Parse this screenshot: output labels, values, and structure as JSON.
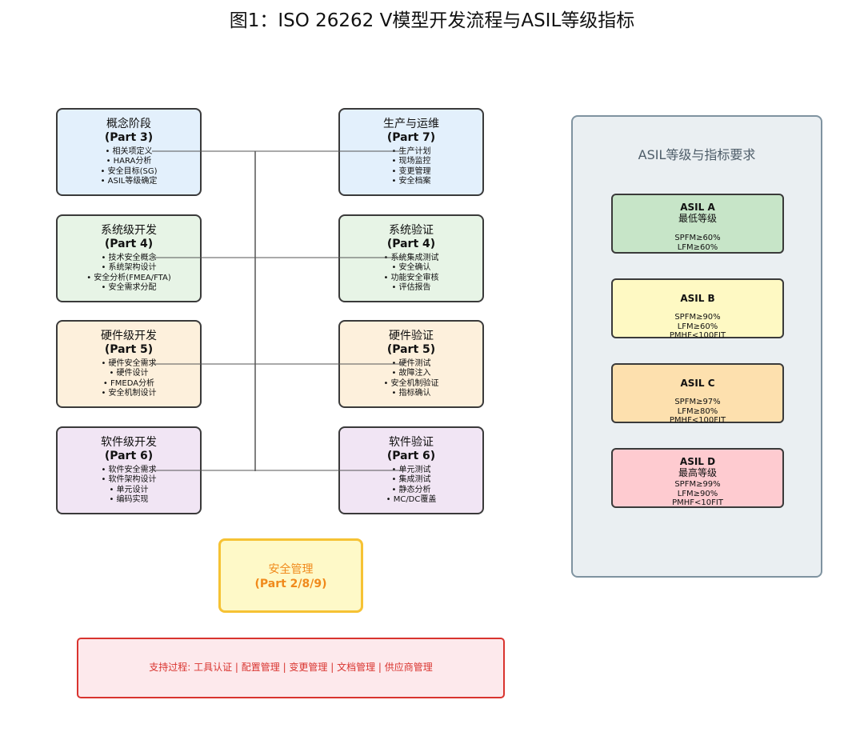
{
  "title": "图1：ISO 26262 V模型开发流程与ASIL等级指标",
  "left_column": [
    {
      "name": "概念阶段",
      "part": "(Part 3)",
      "items": [
        "• 相关项定义",
        "• HARA分析",
        "• 安全目标(SG)",
        "• ASIL等级确定"
      ]
    },
    {
      "name": "系统级开发",
      "part": "(Part 4)",
      "items": [
        "• 技术安全概念",
        "• 系统架构设计",
        "• 安全分析(FMEA/FTA)",
        "• 安全需求分配"
      ]
    },
    {
      "name": "硬件级开发",
      "part": "(Part 5)",
      "items": [
        "• 硬件安全需求",
        "• 硬件设计",
        "• FMEDA分析",
        "• 安全机制设计"
      ]
    },
    {
      "name": "软件级开发",
      "part": "(Part 6)",
      "items": [
        "• 软件安全需求",
        "• 软件架构设计",
        "• 单元设计",
        "• 编码实现"
      ]
    }
  ],
  "right_column": [
    {
      "name": "生产与运维",
      "part": "(Part 7)",
      "items": [
        "• 生产计划",
        "• 现场监控",
        "• 变更管理",
        "• 安全档案"
      ]
    },
    {
      "name": "系统验证",
      "part": "(Part 4)",
      "items": [
        "• 系统集成测试",
        "• 安全确认",
        "• 功能安全审核",
        "• 评估报告"
      ]
    },
    {
      "name": "硬件验证",
      "part": "(Part 5)",
      "items": [
        "• 硬件测试",
        "• 故障注入",
        "• 安全机制验证",
        "• 指标确认"
      ]
    },
    {
      "name": "软件验证",
      "part": "(Part 6)",
      "items": [
        "• 单元测试",
        "• 集成测试",
        "• 静态分析",
        "• MC/DC覆盖"
      ]
    }
  ],
  "safety_management": {
    "name": "安全管理",
    "part": "(Part 2/8/9)"
  },
  "support_process": "支持过程: 工具认证 | 配置管理 | 变更管理 | 文档管理 | 供应商管理",
  "asil_panel": {
    "title": "ASIL等级与指标要求",
    "levels": [
      {
        "name": "ASIL A",
        "subtitle": "最低等级",
        "metrics": [
          "SPFM≥60%",
          "LFM≥60%"
        ]
      },
      {
        "name": "ASIL B",
        "subtitle": "",
        "metrics": [
          "SPFM≥90%",
          "LFM≥60%",
          "PMHF<100FIT"
        ]
      },
      {
        "name": "ASIL C",
        "subtitle": "",
        "metrics": [
          "SPFM≥97%",
          "LFM≥80%",
          "PMHF<100FIT"
        ]
      },
      {
        "name": "ASIL D",
        "subtitle": "最高等级",
        "metrics": [
          "SPFM≥99%",
          "LFM≥90%",
          "PMHF<10FIT"
        ]
      }
    ]
  },
  "colors": {
    "concept": "#e3f0fc",
    "system": "#e7f4e6",
    "hardware": "#fdf0dc",
    "software": "#f1e5f4",
    "safety_border": "#f6c234",
    "safety_text": "#f08a1c",
    "support_border": "#d9342f",
    "asil_a": "#c7e5c8",
    "asil_b": "#fef9c3",
    "asil_c": "#fde0ae",
    "asil_d": "#fecbd0"
  }
}
